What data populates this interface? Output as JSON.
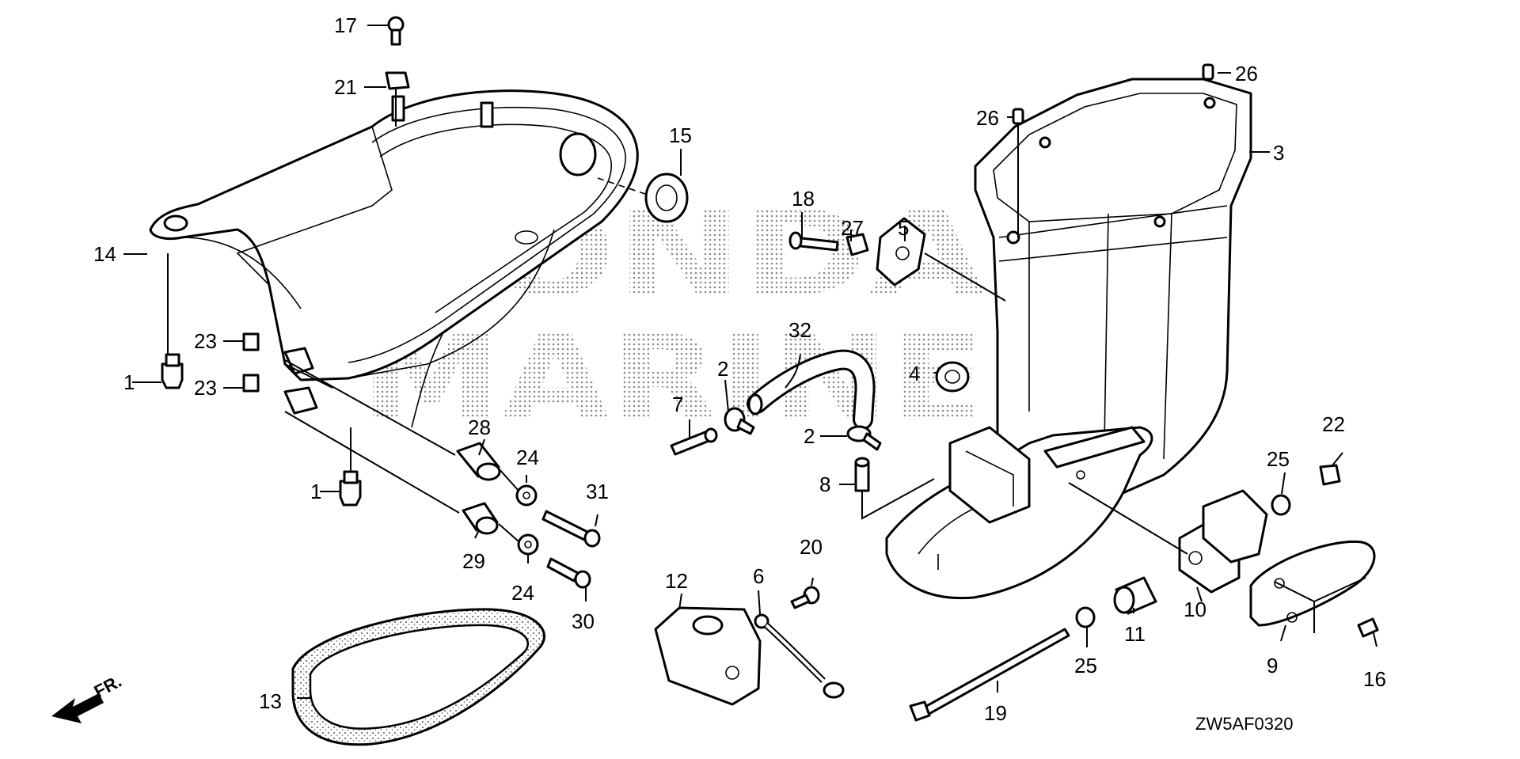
{
  "diagram": {
    "watermark": [
      "HONDA",
      "MARINE"
    ],
    "code": "ZW5AF0320",
    "front_arrow_label": "FR.",
    "callouts": {
      "c1a": "1",
      "c1b": "1",
      "c2a": "2",
      "c2b": "2",
      "c3": "3",
      "c4": "4",
      "c5": "5",
      "c6": "6",
      "c7": "7",
      "c8": "8",
      "c9": "9",
      "c10": "10",
      "c11": "11",
      "c12": "12",
      "c13": "13",
      "c14": "14",
      "c15": "15",
      "c16": "16",
      "c17": "17",
      "c18": "18",
      "c19": "19",
      "c20": "20",
      "c21": "21",
      "c22": "22",
      "c23a": "23",
      "c23b": "23",
      "c24a": "24",
      "c24b": "24",
      "c25a": "25",
      "c25b": "25",
      "c26a": "26",
      "c26b": "26",
      "c27": "27",
      "c28": "28",
      "c29": "29",
      "c30": "30",
      "c31": "31",
      "c32": "32"
    }
  }
}
